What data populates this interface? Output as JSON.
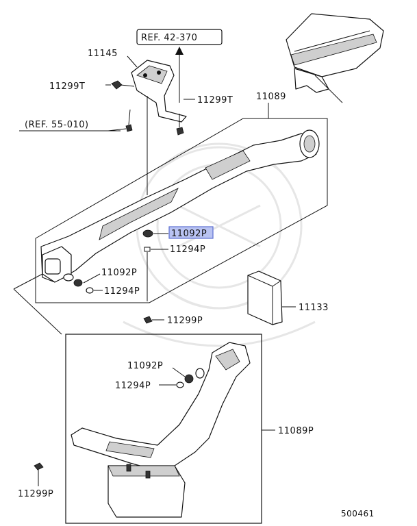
{
  "diagram": {
    "refs": {
      "ref_42_370": "REF. 42-370",
      "ref_55_010": "(REF. 55-010)"
    },
    "labels": {
      "p11145": "11145",
      "p11299T_left": "11299T",
      "p11299T_right": "11299T",
      "p11089": "11089",
      "p11092P_highlight": "11092P",
      "p11294P_upper": "11294P",
      "p11092P_left": "11092P",
      "p11294P_left": "11294P",
      "p11299P_center": "11299P",
      "p11133": "11133",
      "p11092P_lower": "11092P",
      "p11294P_lower": "11294P",
      "p11089P": "11089P",
      "p11299P_bottom": "11299P"
    },
    "diagram_number": "500461",
    "highlight_color": "#b9c3f2"
  }
}
